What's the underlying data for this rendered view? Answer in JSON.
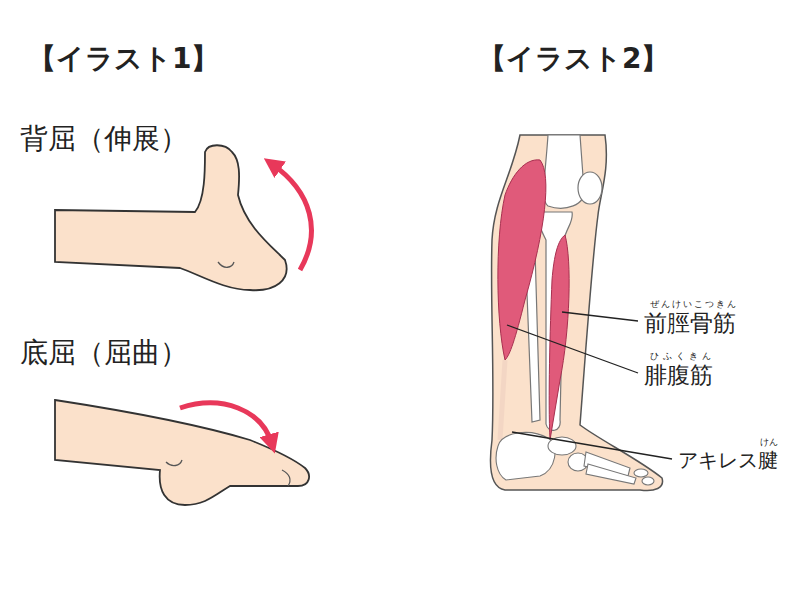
{
  "diagram": {
    "labels": [
      "【イラスト1】",
      "【イラスト2】",
      "背屈（伸展）",
      "底屈（屈曲）",
      "ぜんけいこつきん",
      "前脛骨筋",
      "ひふくきん",
      "腓腹筋",
      "けん",
      "アキレス腱"
    ]
  }
}
